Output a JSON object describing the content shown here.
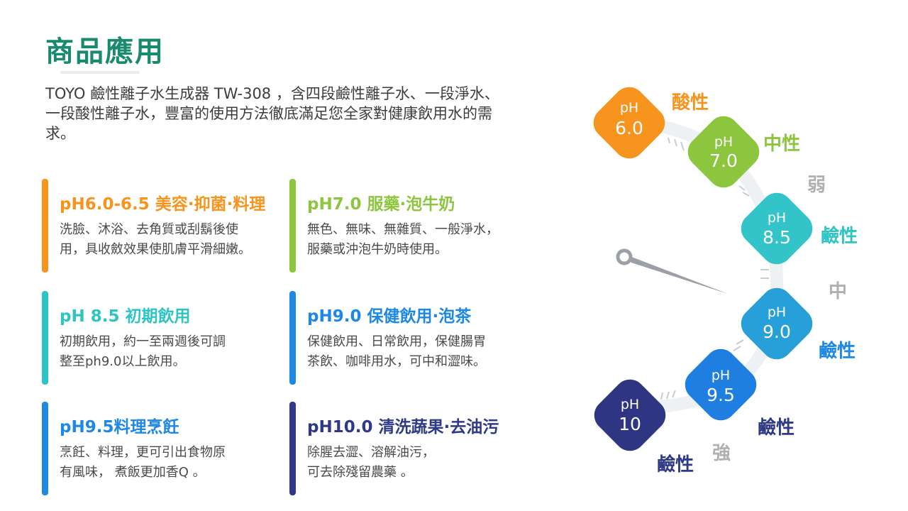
{
  "title": "商品應用",
  "intro": {
    "lines": [
      "TOYO  鹼性離子水生成器 TW-308 ，含四段鹼性離子水、一段淨水、",
      "一段酸性離子水，豐富的使用方法徹底滿足您全家對健康飲用水的需",
      "求。"
    ]
  },
  "cards": [
    {
      "heading": "pH6.0-6.5 美容·抑菌·料理",
      "color": "#f7941d",
      "lines": [
        "洗臉、沐浴、去角質或刮鬍後使",
        "用，具收斂效果使肌膚平滑細嫩。"
      ]
    },
    {
      "heading": "pH7.0 服藥·泡牛奶",
      "color": "#8cc63f",
      "lines": [
        "無色、無味、無雜質、一般淨水，",
        "服藥或沖泡牛奶時使用。"
      ]
    },
    {
      "heading": "pH 8.5 初期飲用",
      "color": "#2fc4c4",
      "lines": [
        "初期飲用，約一至兩週後可調",
        "整至ph9.0以上飲用。"
      ]
    },
    {
      "heading": "pH9.0 保健飲用·泡茶",
      "color": "#1e88e5",
      "lines": [
        "保健飲用、日常飲用，保健腸胃",
        "茶飲、咖啡用水，可中和澀味。"
      ]
    },
    {
      "heading": "pH9.5料理烹飪",
      "color": "#1e88e5",
      "lines": [
        "烹飪、料理，更可引出食物原",
        "有風味，  煮飯更加香Q  。"
      ]
    },
    {
      "heading": "pH10.0 清洗蔬果·去油污",
      "color": "#2e3a87",
      "lines": [
        "除腥去澀、溶解油污，",
        "可去除殘留農藥  。"
      ]
    }
  ],
  "gauge": {
    "badges": [
      {
        "ph": "pH",
        "value": "6.0",
        "color": "#f7941d"
      },
      {
        "ph": "pH",
        "value": "7.0",
        "color": "#8cc63f"
      },
      {
        "ph": "pH",
        "value": "8.5",
        "color": "#33c4c9"
      },
      {
        "ph": "pH",
        "value": "9.0",
        "color": "#27a0d9"
      },
      {
        "ph": "pH",
        "value": "9.5",
        "color": "#1e7fe0"
      },
      {
        "ph": "pH",
        "value": "10",
        "color": "#2e3582"
      }
    ],
    "labels": [
      {
        "text": "酸性",
        "color": "#f7941d"
      },
      {
        "text": "中性",
        "color": "#8cc63f"
      },
      {
        "text": "鹼性",
        "color": "#2fc4c4"
      },
      {
        "text": "鹼性",
        "color": "#1e88e5"
      },
      {
        "text": "鹼性",
        "color": "#2e3a87"
      },
      {
        "text": "鹼性",
        "color": "#2e3a87"
      }
    ],
    "strength": [
      {
        "text": "弱",
        "color": "#b0b0b0"
      },
      {
        "text": "中",
        "color": "#b0b0b0"
      },
      {
        "text": "強",
        "color": "#b0b0b0"
      }
    ]
  }
}
